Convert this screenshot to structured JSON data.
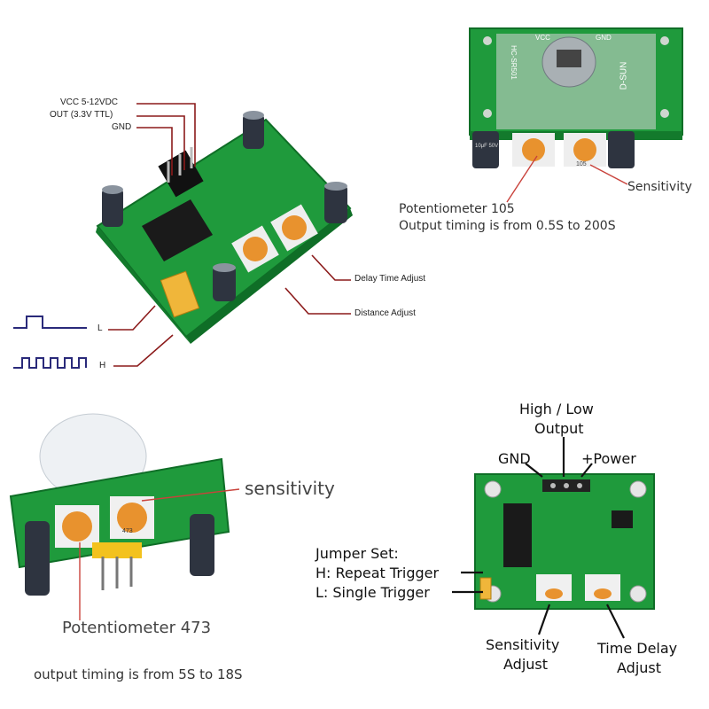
{
  "panel_top_left": {
    "pins": [
      "VCC 5-12VDC",
      "OUT (3.3V TTL)",
      "GND"
    ],
    "delay_label": "Delay Time Adjust",
    "distance_label": "Distance Adjust",
    "mode_low": "L",
    "mode_high": "H"
  },
  "panel_top_right": {
    "sensitivity_label": "Sensitivity",
    "pot_title": "Potentiometer 105",
    "pot_timing": "Output timing is from 0.5S to 200S",
    "silk_left": "GND",
    "silk_mid": "VCC",
    "silk_brand": "D-SUN",
    "silk_model": "HC-SR501",
    "silk_cap": "10μF 50V",
    "silk_pot": "105"
  },
  "panel_bottom_left": {
    "sensitivity_label": "sensitivity",
    "pot_title": "Potentiometer 473",
    "pot_timing": "output timing is from 5S to 18S",
    "silk_pot": "473"
  },
  "panel_bottom_right": {
    "output_line1": "High / Low",
    "output_line2": "Output",
    "gnd_label": "GND",
    "power_label": "+Power",
    "jumper_title": "Jumper Set:",
    "jumper_h": "H: Repeat Trigger",
    "jumper_l": "L: Single Trigger",
    "sens_line1": "Sensitivity",
    "sens_line2": "Adjust",
    "delay_line1": "Time Delay",
    "delay_line2": "Adjust"
  },
  "colors": {
    "pcb_green": "#1f9a3c",
    "pcb_dark": "#137a2c",
    "leader_red": "#8b1a1a",
    "waveform_blue": "#2a2a7a",
    "pot_orange": "#e8922e"
  }
}
